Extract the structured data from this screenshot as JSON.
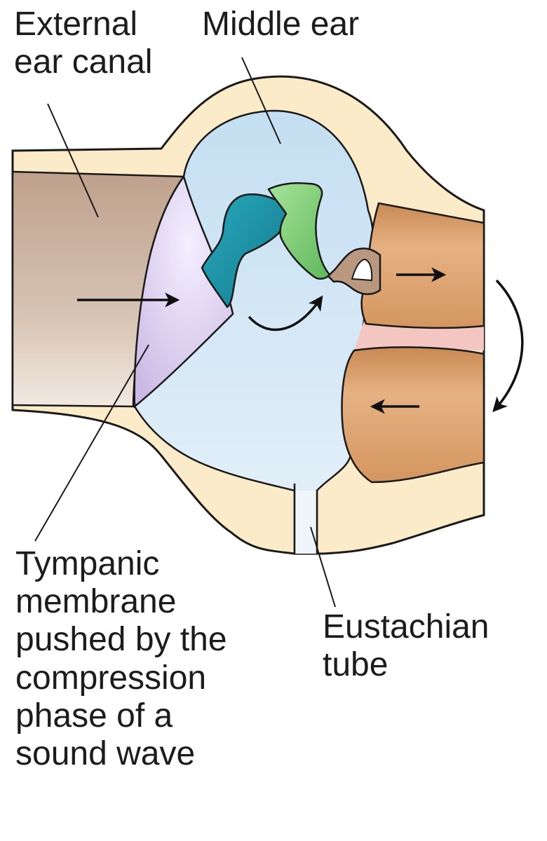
{
  "labels": {
    "external_ear_canal": [
      "External",
      "ear canal"
    ],
    "middle_ear": [
      "Middle ear"
    ],
    "tympanic_membrane": [
      "Tympanic",
      "membrane",
      "pushed by the",
      "compression",
      "phase of a",
      "sound wave"
    ],
    "eustachian_tube": [
      "Eustachian",
      "tube"
    ]
  },
  "colors": {
    "bone": "#fcebc8",
    "middle_ear_cavity": "#c9e2f3",
    "ear_canal": "#c7ae9c",
    "tympanic_membrane": "#d5c6e6",
    "malleus": "#1f8fa3",
    "incus": "#7fce72",
    "stapes": "#b9987f",
    "cochlea_tissue": "#dba06d",
    "pink_tissue": "#f3c6c2",
    "outline": "#1a1a1a"
  }
}
